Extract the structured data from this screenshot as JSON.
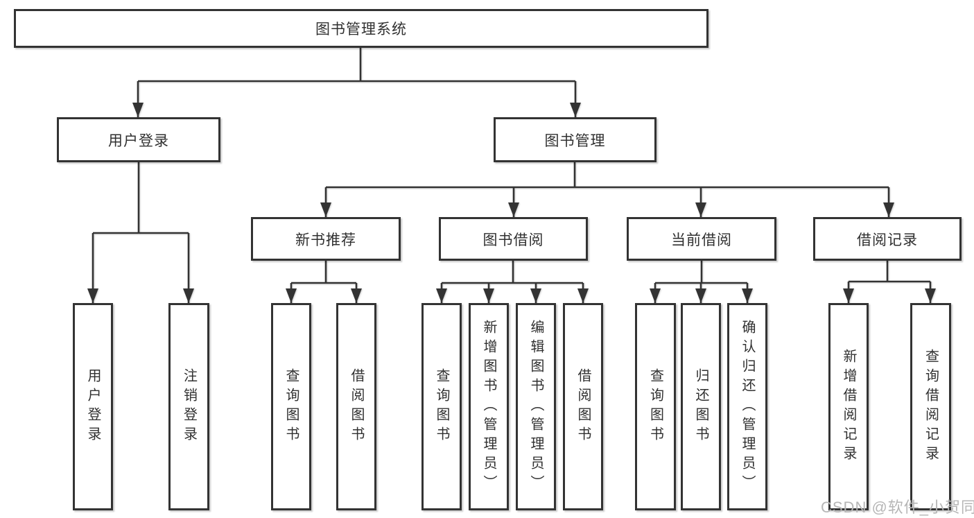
{
  "diagram_title": "图书管理系统",
  "nodes": {
    "root": {
      "label": "图书管理系统"
    },
    "user_login": {
      "label": "用户登录"
    },
    "book_mgmt": {
      "label": "图书管理"
    },
    "new_book_rec": {
      "label": "新书推荐"
    },
    "book_borrow": {
      "label": "图书借阅"
    },
    "current_borrow": {
      "label": "当前借阅"
    },
    "borrow_records": {
      "label": "借阅记录"
    },
    "leaf_user_login": {
      "label": "用户登录"
    },
    "leaf_logout": {
      "label": "注销登录"
    },
    "leaf_query_book_rec": {
      "label": "查询图书"
    },
    "leaf_borrow_book_rec": {
      "label": "借阅图书"
    },
    "leaf_query_book_borrow": {
      "label": "查询图书"
    },
    "leaf_add_book_admin": {
      "label": "新增图书（管理员）"
    },
    "leaf_edit_book_admin": {
      "label": "编辑图书（管理员）"
    },
    "leaf_borrow_book_borrow": {
      "label": "借阅图书"
    },
    "leaf_query_book_current": {
      "label": "查询图书"
    },
    "leaf_return_book": {
      "label": "归还图书"
    },
    "leaf_confirm_return_admin": {
      "label": "确认归还（管理员）"
    },
    "leaf_add_borrow_record": {
      "label": "新增借阅记录"
    },
    "leaf_query_borrow_record": {
      "label": "查询借阅记录"
    }
  },
  "watermark": {
    "text": "CSDN @软件_小贺同学"
  },
  "colors": {
    "line": "#333333",
    "box_border": "#333333",
    "box_background": "#ffffff",
    "text": "#303030",
    "watermark": "#b6b6b6",
    "page_background": "#ffffff"
  }
}
